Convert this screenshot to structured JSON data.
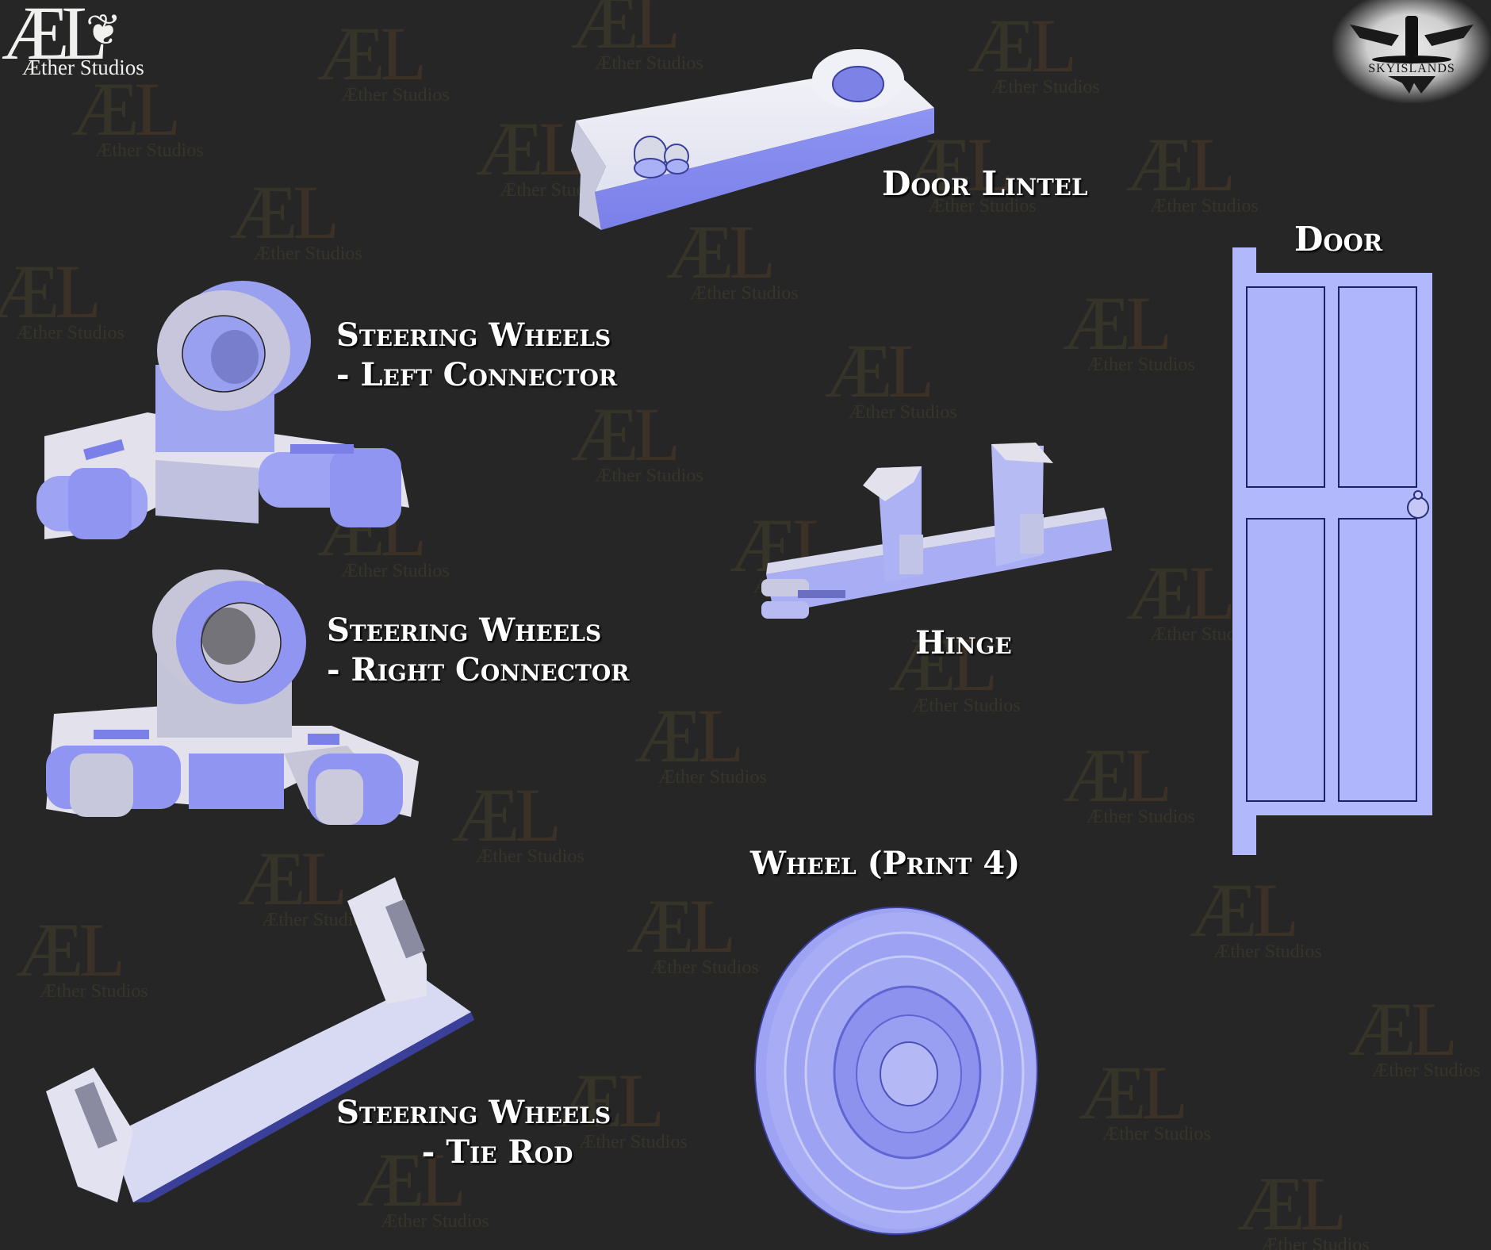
{
  "branding": {
    "studio_logo": {
      "monogram": "ÆL",
      "name": "Æther Studios"
    },
    "series_logo": {
      "name": "SKYISLANDS"
    },
    "watermark_text": "Æther Studios"
  },
  "parts": [
    {
      "id": "door-lintel",
      "title": "Door Lintel",
      "lines": [
        "Door Lintel"
      ]
    },
    {
      "id": "door",
      "title": "Door",
      "lines": [
        "Door"
      ]
    },
    {
      "id": "left-connector",
      "title": "Steering Wheels - Left Connector",
      "lines": [
        "Steering Wheels",
        "- Left Connector"
      ]
    },
    {
      "id": "right-connector",
      "title": "Steering Wheels - Right Connector",
      "lines": [
        "Steering Wheels",
        "- Right Connector"
      ]
    },
    {
      "id": "hinge",
      "title": "Hinge",
      "lines": [
        "Hinge"
      ]
    },
    {
      "id": "wheel",
      "title": "Wheel (Print 4)",
      "lines": [
        "Wheel (Print 4)"
      ]
    },
    {
      "id": "tie-rod",
      "title": "Steering Wheels - Tie Rod",
      "lines": [
        "Steering Wheels",
        "- Tie Rod"
      ]
    }
  ],
  "colors": {
    "background": "#262626",
    "model_light": "#e6e6f2",
    "model_blue": "#8f95f0",
    "model_mid": "#b4b8f6",
    "door_fill": "#b1b8fb",
    "label_text": "#ffffff",
    "watermark": "#5a5430"
  }
}
